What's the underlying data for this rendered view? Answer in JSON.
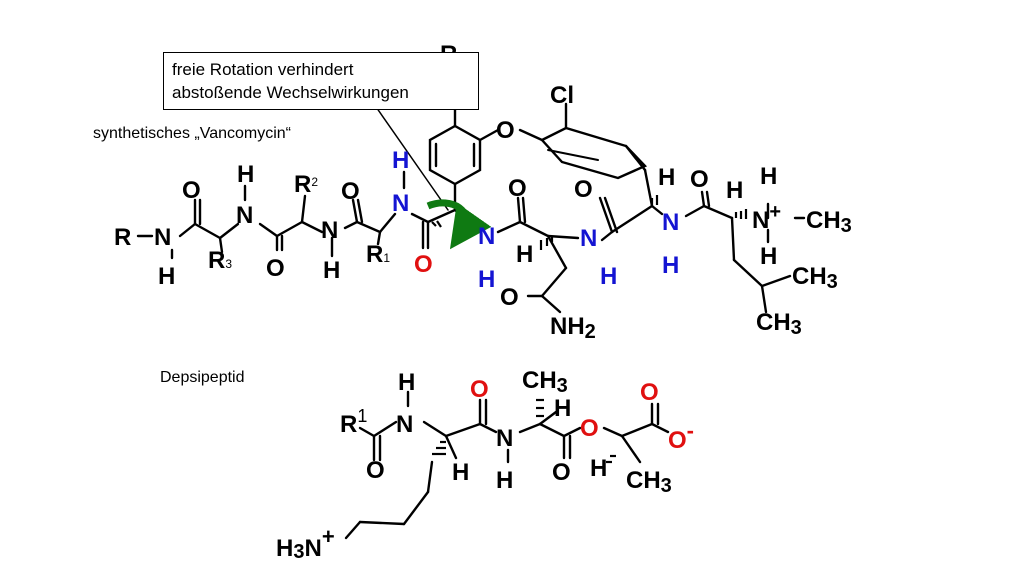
{
  "callout": {
    "line1": "freie Rotation verhindert",
    "line2": "abstoßende Wechselwirkungen"
  },
  "captions": {
    "vancomycin": "synthetisches „Vancomycin“",
    "depsi": "Depsipeptid"
  },
  "colors": {
    "bond": "#000000",
    "nitrogen_blue": "#1414d2",
    "oxygen_red": "#e01010",
    "arrow_green": "#0f7a12"
  },
  "vancomycin_atoms": {
    "r_peek": "R",
    "cl": "Cl",
    "o_ether": "O",
    "r_left": "R",
    "n1": "N",
    "h_n1": "H",
    "o1": "O",
    "n2": "N",
    "h_n2": "H",
    "r3": "R",
    "r3_sub": "3",
    "o2": "O",
    "r2": "R",
    "r2_sub": "2",
    "o3": "O",
    "n3": "N",
    "h_n3": "H",
    "r1": "R",
    "r1_sub": "1",
    "h_blue_top": "H",
    "n_blue_top": "N",
    "o_red": "O",
    "n_blue_mid": "N",
    "h_blue_mid": "H",
    "o4": "O",
    "h_alpha": "H",
    "n_blue_right": "N",
    "h_blue_right": "H",
    "o5": "O",
    "o_amide": "O",
    "nh2": "NH",
    "nh2_sub": "2",
    "h_top": "H",
    "o6": "O",
    "n_blue_far": "N",
    "h_blue_far": "H",
    "h_nplus_top": "H",
    "h_alpha2": "H",
    "n_plus": "N",
    "plus": "+",
    "ch3_nplus": "CH",
    "ch3_nplus_sub": "3",
    "h_nplus_bot": "H",
    "ch3_a": "CH",
    "ch3_a_sub": "3",
    "ch3_b": "CH",
    "ch3_b_sub": "3"
  },
  "depsi_atoms": {
    "r1": "R",
    "r1_sup": "1",
    "o_r1": "O",
    "h_n": "H",
    "n": "N",
    "h_alpha": "H",
    "o_red1": "O",
    "n2": "N",
    "h_n2": "H",
    "ch3_top": "CH",
    "ch3_top_sub": "3",
    "h_top": "H",
    "o_ester": "O",
    "o_red_ring": "O",
    "o_red2": "O",
    "o_minus": "O",
    "minus": "-",
    "h_bot": "H",
    "ch3_bot": "CH",
    "ch3_bot_sub": "3",
    "h3n": "H",
    "h3n_sub": "3",
    "h3n_n": "N",
    "h3n_plus": "+"
  }
}
